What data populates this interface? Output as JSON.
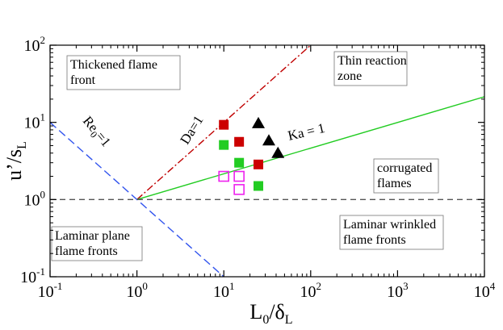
{
  "chart_data": {
    "type": "scatter",
    "title": "",
    "xlabel": {
      "main": "L",
      "sub": "0",
      "rest": "/δ",
      "sub2": "L"
    },
    "ylabel": {
      "main": "u’/s",
      "sub": "L"
    },
    "xscale": "log",
    "yscale": "log",
    "xlim": [
      0.1,
      10000
    ],
    "ylim": [
      0.1,
      100
    ],
    "grid": false,
    "x_ticks": [
      {
        "value": 0.1,
        "base": "10",
        "exp": "-1"
      },
      {
        "value": 1,
        "base": "10",
        "exp": "0"
      },
      {
        "value": 10,
        "base": "10",
        "exp": "1"
      },
      {
        "value": 100,
        "base": "10",
        "exp": "2"
      },
      {
        "value": 1000,
        "base": "10",
        "exp": "3"
      },
      {
        "value": 10000,
        "base": "10",
        "exp": "4"
      }
    ],
    "y_ticks": [
      {
        "value": 0.1,
        "base": "10",
        "exp": "-1"
      },
      {
        "value": 1,
        "base": "10",
        "exp": "0"
      },
      {
        "value": 10,
        "base": "10",
        "exp": "1"
      },
      {
        "value": 100,
        "base": "10",
        "exp": "2"
      }
    ],
    "lines": [
      {
        "id": "da",
        "label": "Da=1",
        "color": "#c00000",
        "dash": "9 3 2 3",
        "points": [
          [
            1,
            1
          ],
          [
            10,
            10
          ],
          [
            100,
            100
          ]
        ]
      },
      {
        "id": "ka",
        "label": "Ka = 1",
        "color": "#22cc22",
        "dash": "",
        "points": [
          [
            1,
            1
          ],
          [
            10000,
            21.5
          ]
        ]
      },
      {
        "id": "re",
        "label": "Re0=1",
        "color": "#3355ee",
        "dash": "10 5",
        "points": [
          [
            0.1,
            10
          ],
          [
            1,
            1
          ],
          [
            10,
            0.1
          ]
        ]
      },
      {
        "id": "h1",
        "label": "",
        "color": "#555555",
        "dash": "7 5",
        "points": [
          [
            0.1,
            1
          ],
          [
            10000,
            1
          ]
        ]
      }
    ],
    "series": [
      {
        "marker": "square-filled",
        "color": "#cc0000",
        "points": [
          [
            10,
            9.3
          ],
          [
            15,
            5.6
          ],
          [
            25,
            2.85
          ]
        ]
      },
      {
        "marker": "square-filled",
        "color": "#22cc22",
        "points": [
          [
            10,
            5.1
          ],
          [
            15,
            3.0
          ],
          [
            25,
            1.5
          ]
        ]
      },
      {
        "marker": "triangle-filled",
        "color": "#000000",
        "points": [
          [
            25,
            9.7
          ],
          [
            33,
            5.8
          ],
          [
            42,
            4.0
          ]
        ]
      },
      {
        "marker": "square-open",
        "color": "#ee22ee",
        "points": [
          [
            10,
            2.0
          ],
          [
            15,
            2.0
          ],
          [
            15,
            1.35
          ]
        ]
      }
    ],
    "region_labels": [
      {
        "id": "thickened",
        "lines": [
          "Thickened flame",
          "front"
        ],
        "boxed": true
      },
      {
        "id": "thin",
        "lines": [
          "Thin reaction",
          "zone"
        ],
        "boxed": true
      },
      {
        "id": "corrugated",
        "lines": [
          "corrugated",
          "flames"
        ],
        "boxed": true
      },
      {
        "id": "wrinkled",
        "lines": [
          "Laminar wrinkled",
          "flame fronts"
        ],
        "boxed": true
      },
      {
        "id": "plane",
        "lines": [
          "Laminar plane",
          "flame fronts"
        ],
        "boxed": true
      }
    ],
    "line_labels": [
      {
        "id": "da",
        "text": "Da=1"
      },
      {
        "id": "ka",
        "text": "Ka = 1"
      },
      {
        "id": "re",
        "main": "Re",
        "sub": "0",
        "rest": "=1"
      }
    ]
  }
}
